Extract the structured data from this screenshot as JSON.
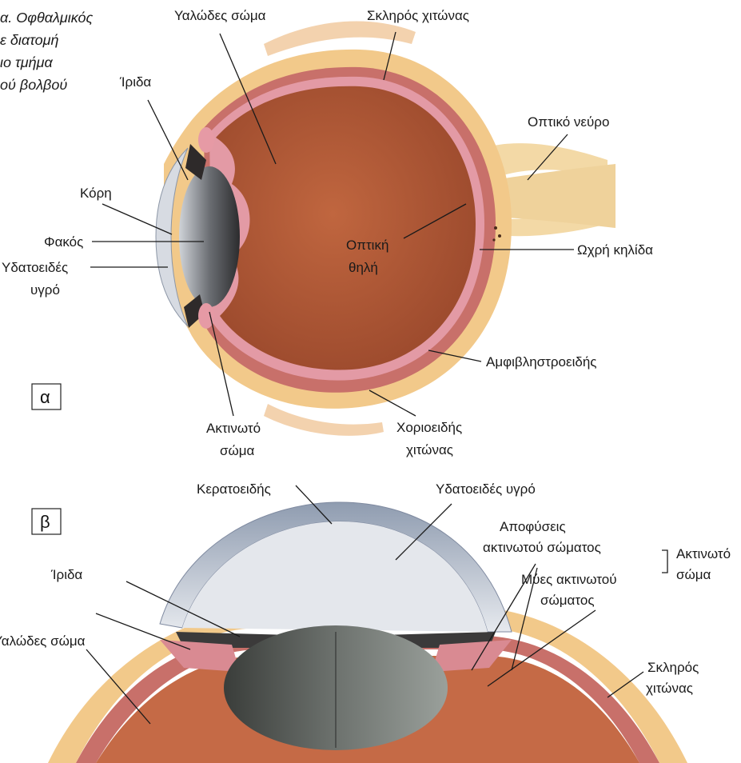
{
  "caption": {
    "lines": [
      "α. Οφθαλμικός",
      "ε διατομή",
      "ιο τμήμα",
      "ού βολβού"
    ]
  },
  "panel_a": {
    "tag": "α",
    "labels": {
      "vitreous": "Υαλώδες σώμα",
      "sclera": "Σκληρός χιτώνας",
      "iris": "Ίριδα",
      "optic_nerve": "Οπτικό νεύρο",
      "pupil": "Κόρη",
      "lens": "Φακός",
      "aqueous_1": "Υδατοειδές",
      "aqueous_2": "υγρό",
      "optic_disc_1": "Οπτική",
      "optic_disc_2": "θηλή",
      "macula": "Ωχρή κηλίδα",
      "retina": "Αμφιβληστροειδής",
      "ciliary_1": "Ακτινωτό",
      "ciliary_2": "σώμα",
      "choroid_1": "Χοριοειδής",
      "choroid_2": "χιτώνας"
    }
  },
  "panel_b": {
    "tag": "β",
    "labels": {
      "cornea": "Κερατοειδής",
      "aqueous": "Υδατοειδές υγρό",
      "processes_1": "Αποφύσεις",
      "processes_2": "ακτινωτού σώματος",
      "ciliary_1": "Ακτινωτό",
      "ciliary_2": "σώμα",
      "iris": "Ίριδα",
      "muscles_1": "Μύες ακτινωτού",
      "muscles_2": "σώματος",
      "vitreous": "Υαλώδες σώμα",
      "sclera_1": "Σκληρός",
      "sclera_2": "χιτώνας"
    }
  },
  "colors": {
    "sclera": "#f2c98a",
    "choroid": "#b85b4a",
    "retina": "#d98b95",
    "vitreous": "#b45a3a",
    "cornea": "#c9cfd8",
    "lens": "#5a5a5a"
  }
}
